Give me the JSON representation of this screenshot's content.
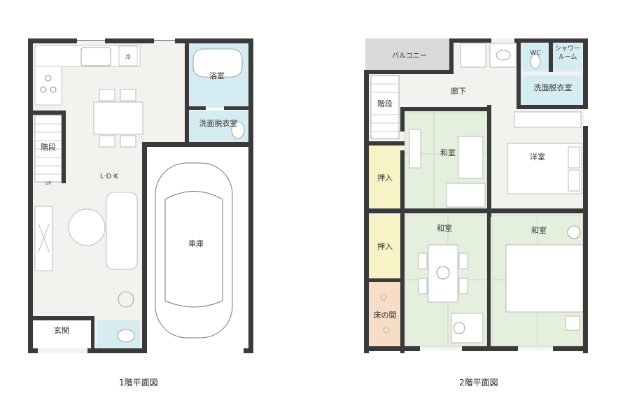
{
  "floor1": {
    "caption": "1階平面図",
    "rooms": {
      "bath": "浴室",
      "washroom": "洗面脱衣室",
      "stairs": "階段",
      "ldk": "L·D·K",
      "garage": "車庫",
      "entrance": "玄関"
    },
    "small": {
      "fridge": "冷",
      "up": "UP"
    }
  },
  "floor2": {
    "caption": "2階平面図",
    "rooms": {
      "balcony": "バルコニー",
      "wc": "WC",
      "shower": "シャワールーム",
      "hall": "廊下",
      "stairs": "階段",
      "washroom": "洗面脱衣室",
      "washitsu_top": "和室",
      "youshitsu": "洋室",
      "oshiire_top": "押入",
      "washitsu_left": "和室",
      "washitsu_right": "和室",
      "oshiire_bottom": "押入",
      "tokonoma": "床の間"
    }
  },
  "colors": {
    "wall": "#3a3a3a",
    "floor": "#f2f2ef",
    "wet": "#d6ecf3",
    "tatami": "#e4efdd",
    "oshiire": "#f7f3c6",
    "tokonoma": "#f7dcc6",
    "balcony": "#d9d9d9"
  }
}
